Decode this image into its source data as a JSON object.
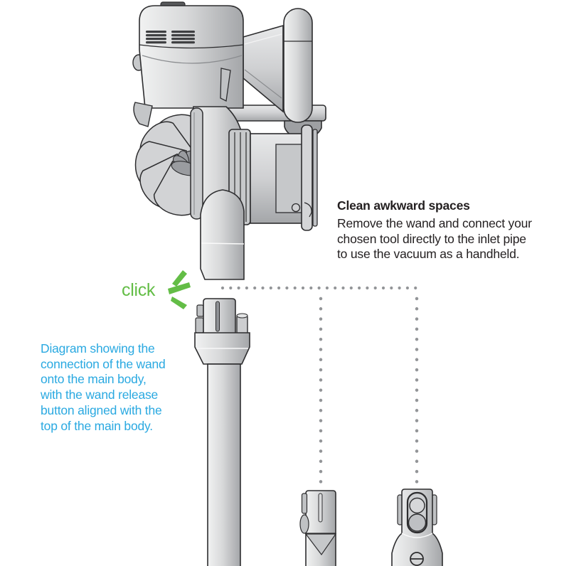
{
  "page": {
    "background_color": "#ffffff"
  },
  "click_callout": {
    "label": "click",
    "color": "#63bd46",
    "icon": "click-burst-icon"
  },
  "instruction": {
    "heading": "Clean awkward spaces",
    "body_lines": [
      "Remove the wand and connect your",
      "chosen tool directly to the inlet pipe",
      "to use the vacuum as a handheld."
    ],
    "text_color": "#231f20"
  },
  "description": {
    "lines": [
      "Diagram showing the",
      "connection of the wand",
      "onto the main body,",
      "with the wand release",
      "button aligned with the",
      "top of the main body."
    ],
    "text_color": "#2aa9e1"
  },
  "illustration": {
    "parts": {
      "main_body": "vacuum-main-body",
      "handle": "handle",
      "motor_vents": "motor-vents",
      "cyclone": "cyclone-assembly",
      "bin": "clear-bin",
      "inlet_pipe": "inlet-pipe",
      "wand": "wand",
      "wand_release_button": "wand-release-button",
      "left_tool": "crevice-tool",
      "right_tool": "combination-tool",
      "guides": "alignment-guide-dots"
    },
    "colors": {
      "outline": "#2d2d2f",
      "fill_light": "#eceded",
      "fill_mid": "#cfd0d2",
      "fill_dark": "#a4a6a9",
      "guide_dots": "#939598"
    }
  }
}
